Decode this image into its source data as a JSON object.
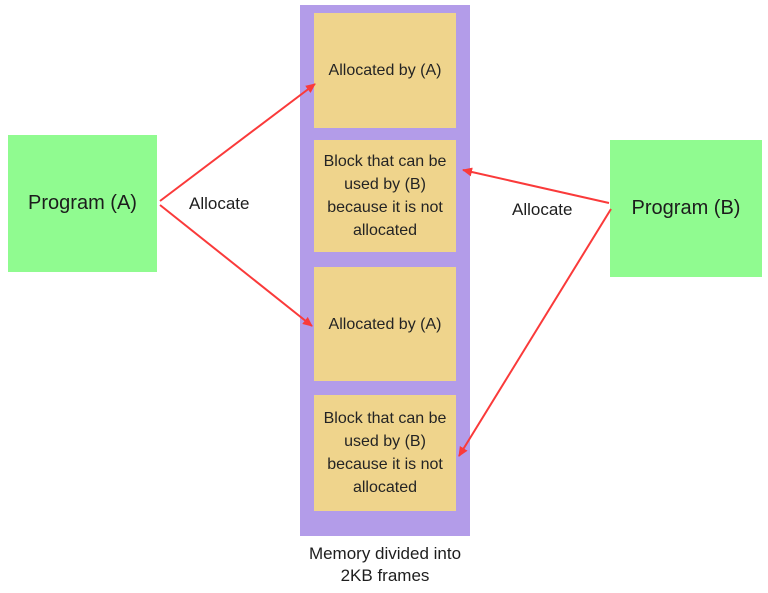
{
  "colors": {
    "background": "#ffffff",
    "program_fill": "#90fb90",
    "memory_fill": "#b39ce9",
    "frame_fill": "#efd48c",
    "arrow": "#fa3a3a",
    "text": "#222222"
  },
  "programs": {
    "a": {
      "label": "Program (A)"
    },
    "b": {
      "label": "Program (B)"
    }
  },
  "arrow_labels": {
    "left": "Allocate",
    "right": "Allocate"
  },
  "memory": {
    "frames": [
      {
        "lines": [
          "Allocated by (A)"
        ]
      },
      {
        "lines": [
          "Block that can be",
          "used by (B)",
          "because it is not",
          "allocated"
        ]
      },
      {
        "lines": [
          "Allocated by (A)"
        ]
      },
      {
        "lines": [
          "Block that can be",
          "used by (B)",
          "because it is not",
          "allocated"
        ]
      }
    ],
    "caption_lines": [
      "Memory divided into",
      "2KB frames"
    ]
  }
}
